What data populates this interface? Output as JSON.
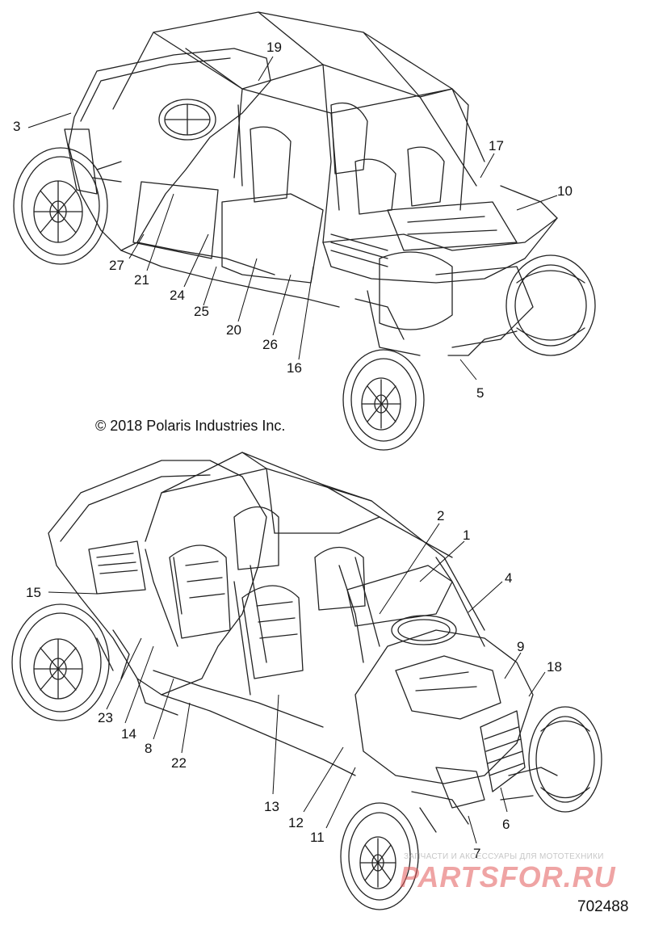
{
  "copyright": "© 2018 Polaris Industries Inc.",
  "diagram_number": "702488",
  "watermark": {
    "tagline": "ЗАПЧАСТИ И АКСЕССУАРЫ ДЛЯ МОТОТЕХНИКИ",
    "brand": "PARTSFOR.RU",
    "brand_color": "#e25a5a"
  },
  "top_vehicle_callouts": [
    "19",
    "3",
    "17",
    "10",
    "27",
    "21",
    "24",
    "25",
    "20",
    "26",
    "16",
    "5"
  ],
  "bottom_vehicle_callouts": [
    "2",
    "1",
    "4",
    "15",
    "9",
    "18",
    "23",
    "14",
    "8",
    "22",
    "13",
    "12",
    "11",
    "7",
    "6"
  ]
}
